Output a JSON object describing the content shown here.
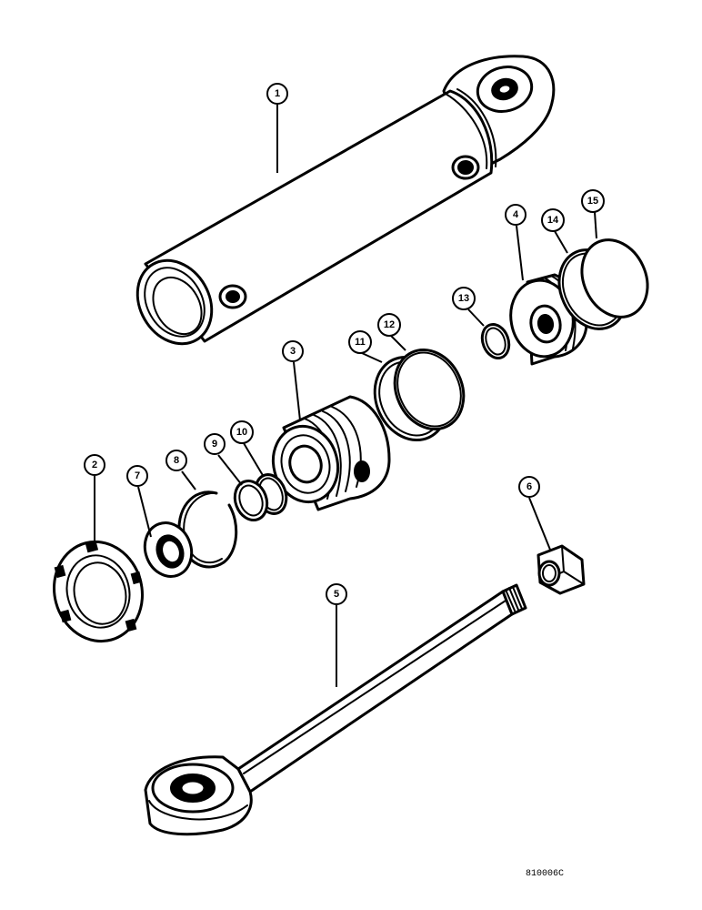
{
  "callouts": [
    {
      "id": "1",
      "label": "1"
    },
    {
      "id": "2",
      "label": "2"
    },
    {
      "id": "3",
      "label": "3"
    },
    {
      "id": "4",
      "label": "4"
    },
    {
      "id": "5",
      "label": "5"
    },
    {
      "id": "6",
      "label": "6"
    },
    {
      "id": "7",
      "label": "7"
    },
    {
      "id": "8",
      "label": "8"
    },
    {
      "id": "9",
      "label": "9"
    },
    {
      "id": "10",
      "label": "10"
    },
    {
      "id": "11",
      "label": "11"
    },
    {
      "id": "12",
      "label": "12"
    },
    {
      "id": "13",
      "label": "13"
    },
    {
      "id": "14",
      "label": "14"
    },
    {
      "id": "15",
      "label": "15"
    }
  ],
  "drawing_code": "810006C"
}
